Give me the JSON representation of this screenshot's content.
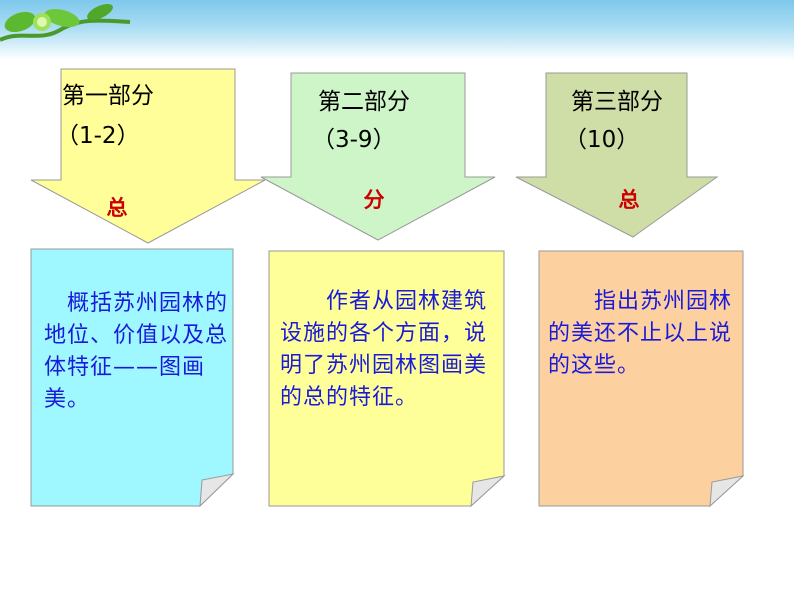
{
  "sections": [
    {
      "heading": "第一部分",
      "range": "（1-2）",
      "arrow_label": "总",
      "description": "　概括苏州园林的地位、价值以及总体特征——图画美。",
      "head_color": "#fffe99",
      "body_color": "#9ff7ff"
    },
    {
      "heading": "第二部分",
      "range": "（3-9）",
      "arrow_label": "分",
      "description": "　　作者从园林建筑设施的各个方面，说明了苏州园林图画美的总的特征。",
      "head_color": "#cdf5c8",
      "body_color": "#ffff99"
    },
    {
      "heading": "第三部分",
      "range": "（10）",
      "arrow_label": "总",
      "description": "　　指出苏州园林的美还不止以上说的这些。",
      "head_color": "#cfdda7",
      "body_color": "#fdd0a0"
    }
  ]
}
